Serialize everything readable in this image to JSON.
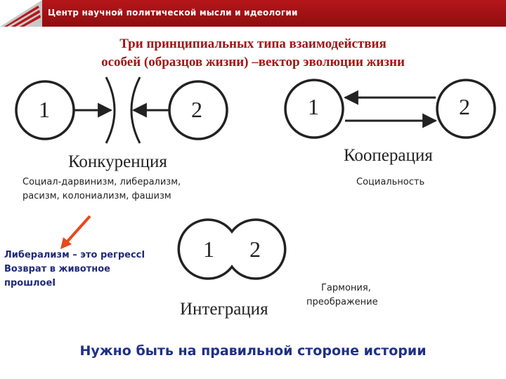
{
  "header": {
    "title": "Центр научной политической мысли и идеологии"
  },
  "slide": {
    "title_line1": "Три принципиальных типа взаимодействия",
    "title_line2": "особей (образцов жизни) –вектор эволюции жизни"
  },
  "competition": {
    "node1": "1",
    "node2": "2",
    "label": "Конкуренция",
    "examples_line1": "Социал-дарвинизм, либерализм,",
    "examples_line2": "расизм, колониализм, фашизм"
  },
  "cooperation": {
    "node1": "1",
    "node2": "2",
    "label": "Кооперация",
    "note": "Социальность"
  },
  "integration": {
    "node1": "1",
    "node2": "2",
    "label": "Интеграция",
    "note_line1": "Гармония,",
    "note_line2": "преображение"
  },
  "liberalism_note": {
    "line1": "Либерализм – это регрессI",
    "line2": "Возврат в животное",
    "line3": "прошлоеI"
  },
  "footer": {
    "text": "Нужно быть на правильной стороне истории"
  },
  "colors": {
    "header": "#a51216",
    "title": "#a31515",
    "callout_arrow": "#e8481c",
    "blue_text": "#1f2a7a"
  }
}
